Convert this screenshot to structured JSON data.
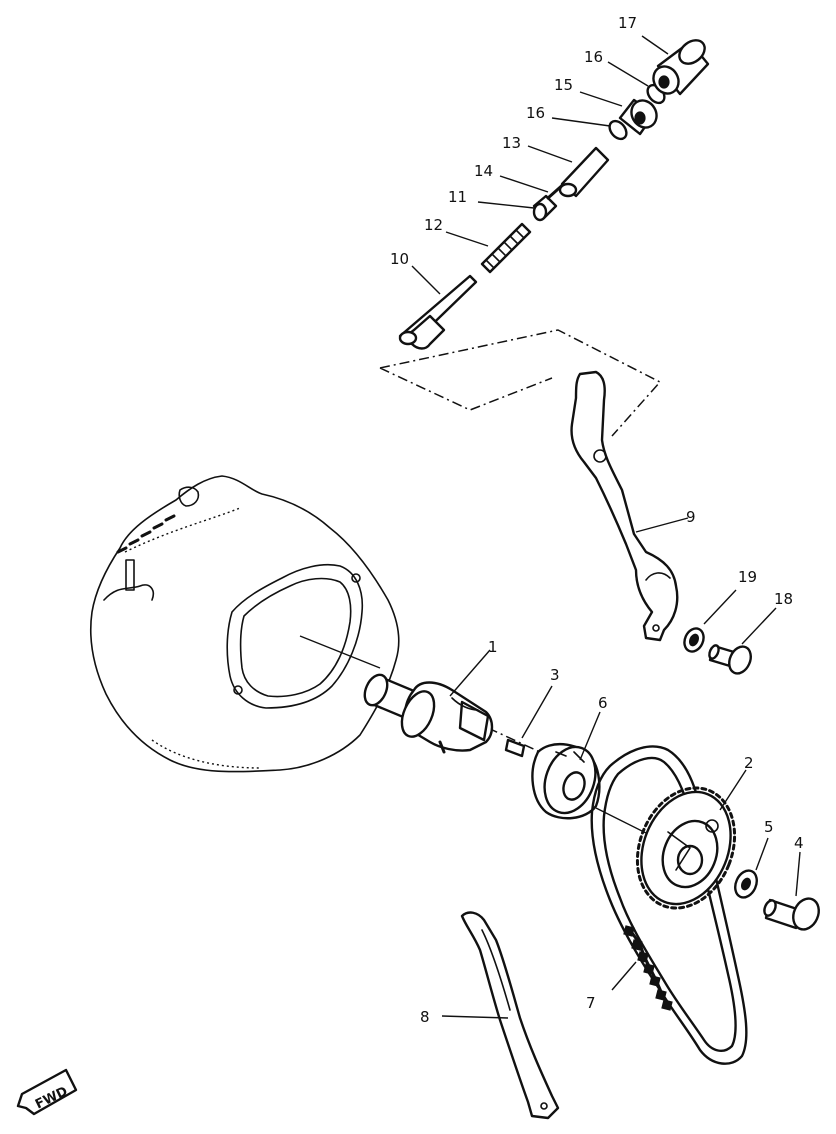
{
  "callouts": [
    "1",
    "2",
    "3",
    "4",
    "5",
    "6",
    "7",
    "8",
    "9",
    "10",
    "11",
    "12",
    "13",
    "14",
    "15",
    "16",
    "16",
    "17",
    "18",
    "19"
  ],
  "direction_label": "FWD"
}
